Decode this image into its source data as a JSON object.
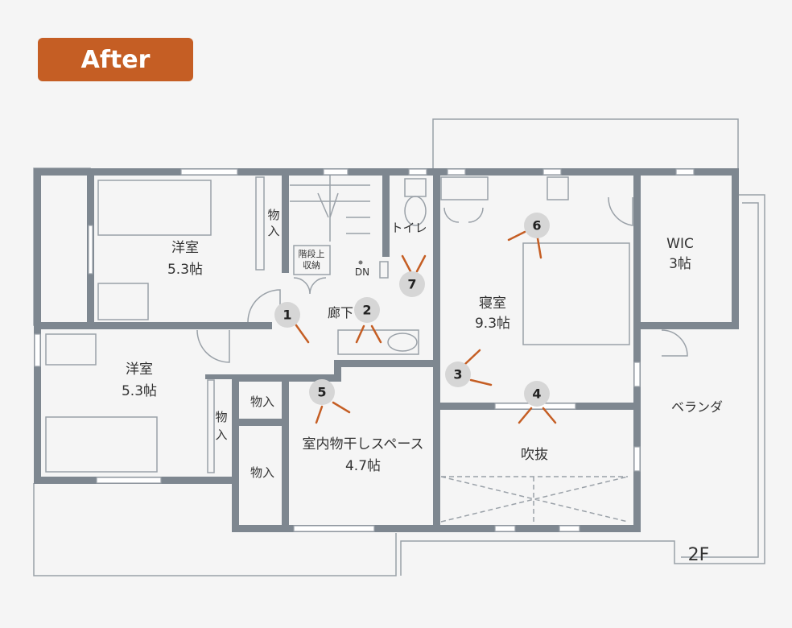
{
  "badge": {
    "label": "After",
    "color": "#c55e24"
  },
  "rooms": {
    "western_room_1": {
      "name": "洋室",
      "size": "5.3帖"
    },
    "western_room_2": {
      "name": "洋室",
      "size": "5.3帖"
    },
    "storage_1": "物入",
    "storage_2": "物入",
    "storage_3": "物入",
    "storage_4": "物入",
    "stair_storage_line1": "階段上",
    "stair_storage_line2": "収納",
    "down": "DN",
    "toilet": "トイレ",
    "hallway": "廊下",
    "bedroom": {
      "name": "寝室",
      "size": "9.3帖"
    },
    "wic": {
      "name": "WIC",
      "size": "3帖"
    },
    "drying_space": {
      "name": "室内物干しスペース",
      "size": "4.7帖"
    },
    "void": "吹抜",
    "veranda": "ベランダ",
    "floor": "2F"
  },
  "markers": [
    "1",
    "2",
    "3",
    "4",
    "5",
    "6",
    "7"
  ],
  "colors": {
    "wall": "#7e8790",
    "accent": "#c55e24",
    "background": "#f5f5f5"
  }
}
